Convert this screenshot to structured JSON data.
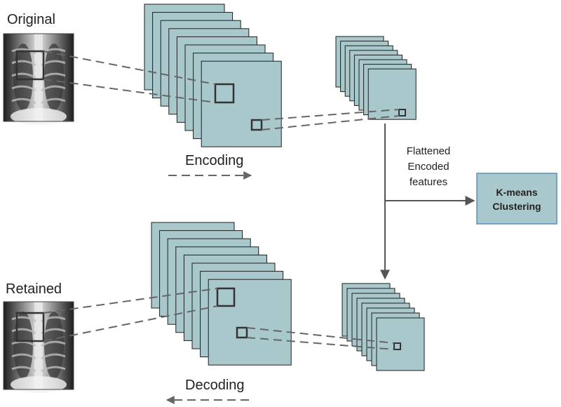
{
  "labels": {
    "original": "Original",
    "retained": "Retained",
    "encoding": "Encoding",
    "decoding": "Decoding",
    "features_line1": "Flattened",
    "features_line2": "Encoded",
    "features_line3": "features"
  },
  "kmeans": {
    "line1": "K-means",
    "line2": "Clustering"
  },
  "colors": {
    "layer_fill": "#a9c8cc",
    "layer_stroke": "#1e1e1e",
    "kmeans_fill": "#a9c8cc",
    "kmeans_stroke": "#5b8fbf",
    "dashed_line": "#666666",
    "arrow": "#555555"
  },
  "stacks": {
    "encoder_large_layers": 8,
    "encoder_small_layers": 8,
    "decoder_large_layers": 8,
    "decoder_small_layers": 8
  },
  "images": {
    "original": "chest-xray-image",
    "retained": "chest-xray-image"
  }
}
